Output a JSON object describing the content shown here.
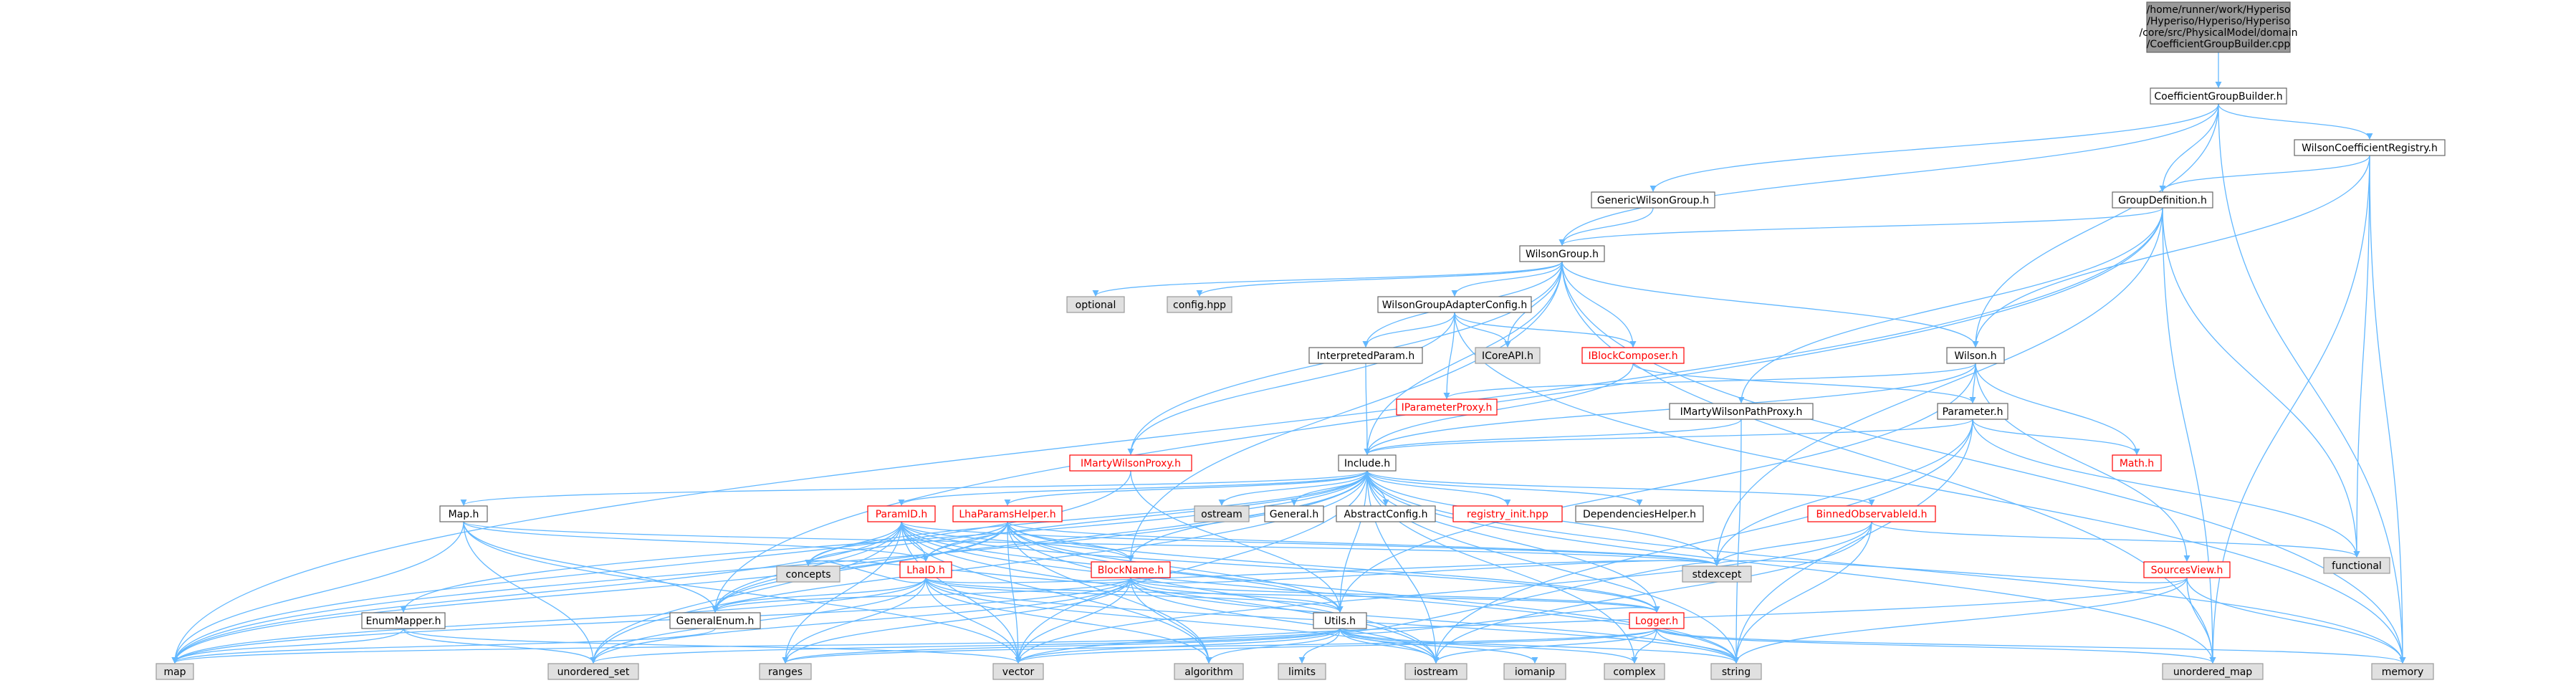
{
  "title": "CoefficientGroupBuilder.cpp include dependency graph",
  "colors": {
    "edge": "#63b8ff",
    "node_fill": "#ffffff",
    "node_stroke": "#666666",
    "system_fill": "#e0e0e0",
    "system_stroke": "#999999",
    "root_fill": "#999999",
    "root_stroke": "#666666",
    "truncated_stroke": "#ff0000",
    "truncated_text": "#ff0000"
  },
  "root_lines": [
    "/home/runner/work/Hyperiso",
    "/Hyperiso/Hyperiso/Hyperiso",
    "/core/src/PhysicalModel/domain",
    "/CoefficientGroupBuilder.cpp"
  ],
  "nodes": {
    "CoefficientGroupBuilder": "CoefficientGroupBuilder.h",
    "WilsonCoefficientRegistry": "WilsonCoefficientRegistry.h",
    "GenericWilsonGroup": "GenericWilsonGroup.h",
    "GroupDefinition": "GroupDefinition.h",
    "WilsonGroup": "WilsonGroup.h",
    "optional": "optional",
    "configHpp": "config.hpp",
    "WilsonGroupAdapterConfig": "WilsonGroupAdapterConfig.h",
    "InterpretedParam": "InterpretedParam.h",
    "ICoreAPI": "ICoreAPI.h",
    "IBlockComposer": "IBlockComposer.h",
    "Wilson": "Wilson.h",
    "IParameterProxy": "IParameterProxy.h",
    "IMartyWilsonPathProxy": "IMartyWilsonPathProxy.h",
    "Parameter": "Parameter.h",
    "IMartyWilsonProxy": "IMartyWilsonProxy.h",
    "Include": "Include.h",
    "MathH": "Math.h",
    "MapH": "Map.h",
    "ParamID": "ParamID.h",
    "LhaParamsHelper": "LhaParamsHelper.h",
    "ostream": "ostream",
    "GeneralH": "General.h",
    "AbstractConfig": "AbstractConfig.h",
    "registry_init": "registry_init.hpp",
    "DependenciesHelper": "DependenciesHelper.h",
    "BinnedObservableId": "BinnedObservableId.h",
    "functional": "functional",
    "SourcesView": "SourcesView.h",
    "LhaID": "LhaID.h",
    "BlockName": "BlockName.h",
    "EnumMapper": "EnumMapper.h",
    "concepts": "concepts",
    "GeneralEnum": "GeneralEnum.h",
    "UtilsH": "Utils.h",
    "stdexcept": "stdexcept",
    "Logger": "Logger.h",
    "map": "map",
    "unordered_set": "unordered_set",
    "ranges": "ranges",
    "vector": "vector",
    "algorithm": "algorithm",
    "limits": "limits",
    "iostream": "iostream",
    "iomanip": "iomanip",
    "complex": "complex",
    "string": "string",
    "unordered_map": "unordered_map",
    "memory": "memory"
  }
}
